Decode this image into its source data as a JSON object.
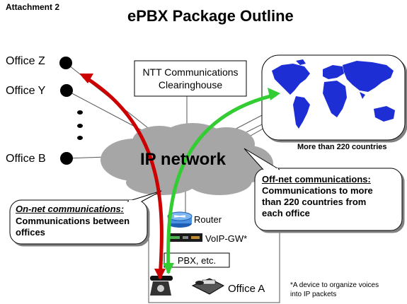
{
  "header": {
    "attachment": "Attachment 2",
    "title": "ePBX Package Outline"
  },
  "offices": [
    {
      "label": "Office Z"
    },
    {
      "label": "Office Y"
    },
    {
      "label": "Office B"
    }
  ],
  "clearinghouse": {
    "line1": "NTT Communications",
    "line2": "Clearinghouse"
  },
  "cloud": {
    "label": "IP network"
  },
  "world": {
    "caption": "More than 220 countries"
  },
  "callout_offnet": {
    "title": "Off-net communications:",
    "lines": [
      "Communications to more",
      "than 220 countries from",
      "each office"
    ]
  },
  "callout_onnet": {
    "title": "On-net communications:",
    "lines": [
      "Communications between",
      "offices"
    ]
  },
  "equipment": {
    "router": "Router",
    "voip_gw": "VoIP-GW*",
    "pbx": "PBX, etc.",
    "office": "Office A"
  },
  "footnote": {
    "line1": "*A device to organize voices",
    "line2": "into IP packets"
  },
  "colors": {
    "onnet_arrow": "#cc0000",
    "offnet_arrow": "#33cc33",
    "cloud": "#a6a6a6",
    "world_land": "#1d2fd4",
    "world_sea": "#ffffff",
    "router": "#1e5fb5"
  }
}
